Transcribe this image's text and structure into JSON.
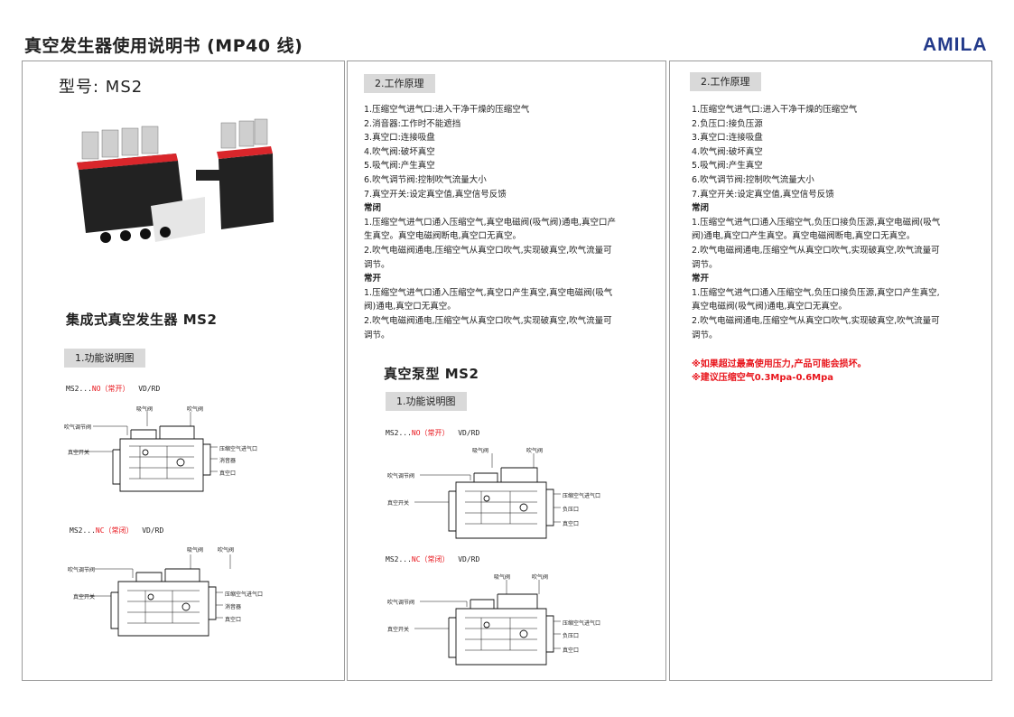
{
  "header": {
    "title": "真空发生器使用说明书 (MP40 线)",
    "brand": "AMILA"
  },
  "panel1": {
    "model": "型号: MS2",
    "product_title": "集成式真空发生器 MS2",
    "section_tag": "1.功能说明图",
    "diagram_no": {
      "code": "MS2...",
      "mode": "NO（常开）",
      "suffix": "VD/RD",
      "labels": {
        "suction_valve": "吸气阀",
        "blow_valve": "吹气阀",
        "blow_adjust": "吹气调节阀",
        "vacuum_switch": "真空开关",
        "air_inlet": "压缩空气进气口",
        "silencer": "消音器",
        "vacuum_port": "真空口"
      }
    },
    "diagram_nc": {
      "code": "MS2...",
      "mode": "NC（常闭）",
      "suffix": "VD/RD",
      "labels": {
        "suction_valve": "吸气阀",
        "blow_valve": "吹气阀",
        "blow_adjust": "吹气调节阀",
        "vacuum_switch": "真空开关",
        "air_inlet": "压缩空气进气口",
        "silencer": "消音器",
        "vacuum_port": "真空口"
      }
    }
  },
  "panel2": {
    "section_tag": "2.工作原理",
    "items": [
      "1.压缩空气进气口:进入干净干燥的压缩空气",
      "2.消音器:工作时不能遮挡",
      "3.真空口:连接吸盘",
      "4.吹气阀:破坏真空",
      "5.吸气阀:产生真空",
      "6.吹气调节阀:控制吹气流量大小",
      "7.真空开关:设定真空值,真空信号反馈"
    ],
    "nc_title": "常闭",
    "nc_1": [
      "1.压缩空气进气口通入压缩空气,真空电磁阀(吸气阀)通电,真空口产",
      "生真空。真空电磁阀断电,真空口无真空。"
    ],
    "nc_2": [
      "2.吹气电磁阀通电,压缩空气从真空口吹气,实现破真空,吹气流量可",
      "调节。"
    ],
    "no_title": "常开",
    "no_1": [
      "1.压缩空气进气口通入压缩空气,真空口产生真空,真空电磁阀(吸气",
      "阀)通电,真空口无真空。"
    ],
    "no_2": [
      "2.吹气电磁阀通电,压缩空气从真空口吹气,实现破真空,吹气流量可",
      "调节。"
    ],
    "pump_title": "真空泵型 MS2",
    "pump_tag": "1.功能说明图",
    "diagram_no": {
      "code": "MS2...",
      "mode": "NO（常开）",
      "suffix": "VD/RD",
      "labels": {
        "suction_valve": "吸气阀",
        "blow_valve": "吹气阀",
        "blow_adjust": "吹气调节阀",
        "vacuum_switch": "真空开关",
        "air_inlet": "压缩空气进气口",
        "neg_port": "负压口",
        "vacuum_port": "真空口"
      }
    },
    "diagram_nc": {
      "code": "MS2...",
      "mode": "NC（常闭）",
      "suffix": "VD/RD",
      "labels": {
        "suction_valve": "吸气阀",
        "blow_valve": "吹气阀",
        "blow_adjust": "吹气调节阀",
        "vacuum_switch": "真空开关",
        "air_inlet": "压缩空气进气口",
        "neg_port": "负压口",
        "vacuum_port": "真空口"
      }
    }
  },
  "panel3": {
    "section_tag": "2.工作原理",
    "items": [
      "1.压缩空气进气口:进入干净干燥的压缩空气",
      "2.负压口:接负压源",
      "3.真空口:连接吸盘",
      "4.吹气阀:破坏真空",
      "5.吸气阀:产生真空",
      "6.吹气调节阀:控制吹气流量大小",
      "7.真空开关:设定真空值,真空信号反馈"
    ],
    "nc_title": "常闭",
    "nc_1": [
      "1.压缩空气进气口通入压缩空气,负压口接负压源,真空电磁阀(吸气",
      "阀)通电,真空口产生真空。真空电磁阀断电,真空口无真空。"
    ],
    "nc_2": [
      "2.吹气电磁阀通电,压缩空气从真空口吹气,实现破真空,吹气流量可",
      "调节。"
    ],
    "no_title": "常开",
    "no_1": [
      "1.压缩空气进气口通入压缩空气,负压口接负压源,真空口产生真空,",
      "真空电磁阀(吸气阀)通电,真空口无真空。"
    ],
    "no_2": [
      "2.吹气电磁阀通电,压缩空气从真空口吹气,实现破真空,吹气流量可",
      "调节。"
    ],
    "warn_1": "※如果超过最高使用压力,产品可能会损坏。",
    "warn_2": "※建议压缩空气0.3Mpa-0.6Mpa"
  },
  "colors": {
    "brand": "#233a8a",
    "warning": "#e8141b",
    "tag_bg": "#d9d9d9",
    "product_red": "#d9262b"
  }
}
